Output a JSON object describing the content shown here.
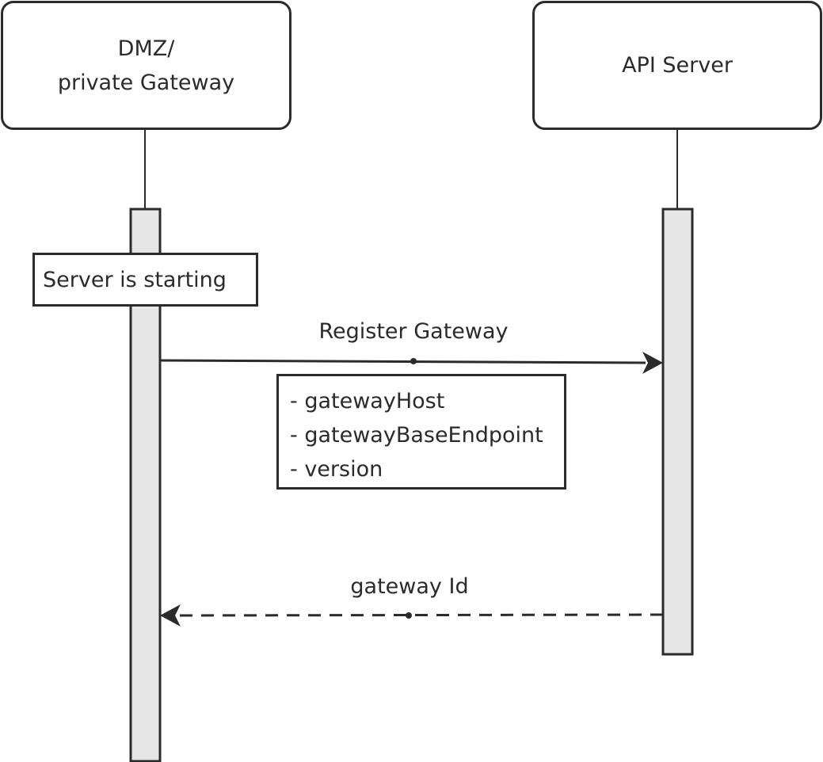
{
  "participants": {
    "gateway": {
      "line1": "DMZ/",
      "line2": "private Gateway"
    },
    "api": {
      "label": "API Server"
    }
  },
  "notes": {
    "server_starting": "Server is starting",
    "register_params": [
      "- gatewayHost",
      "- gatewayBaseEndpoint",
      "- version"
    ]
  },
  "messages": {
    "register": {
      "label": "Register Gateway",
      "style": "solid"
    },
    "gateway_id": {
      "label": "gateway Id",
      "style": "dashed"
    }
  },
  "colors": {
    "line": "#2b2b2b",
    "activation_fill": "#e6e6e6",
    "background": "#ffffff"
  }
}
